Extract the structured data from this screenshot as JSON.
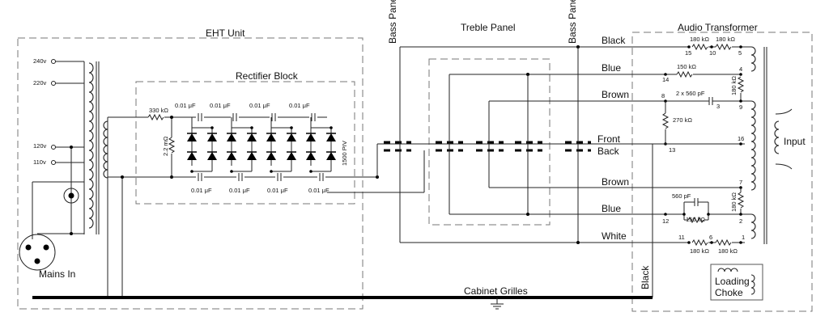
{
  "blocks": {
    "eht_unit": "EHT Unit",
    "rectifier_block": "Rectifier Block",
    "treble_panel": "Treble Panel",
    "audio_transformer": "Audio Transformer",
    "bass_panel_left": "Bass Panel",
    "bass_panel_right": "Bass Panel",
    "front": "Front",
    "back": "Back",
    "input": "Input",
    "mains_in": "Mains In",
    "loading": "Loading",
    "choke": "Choke",
    "cabinet_grilles": "Cabinet Grilles",
    "black_vertical": "Black"
  },
  "taps": {
    "v240": "240v",
    "v220": "220v",
    "v120": "120v",
    "v110": "110v"
  },
  "wires": {
    "black": "Black",
    "blue_top": "Blue",
    "brown_top": "Brown",
    "brown_bottom": "Brown",
    "blue_bottom": "Blue",
    "white": "White"
  },
  "components": {
    "r330": "330 kΩ",
    "r22m": "2.2 mΩ",
    "c_top": [
      "0.01 μF",
      "0.01 μF",
      "0.01 μF",
      "0.01 μF"
    ],
    "c_bottom": [
      "0.01 μF",
      "0.01 μF",
      "0.01 μF",
      "0.01 μF"
    ],
    "piv": "1500 PIV",
    "r180_a": "180 kΩ",
    "r180_b": "180 kΩ",
    "r150_top": "150 kΩ",
    "r180_v_top": "180 kΩ",
    "c2x560": "2 x 560 pF",
    "r270": "270 kΩ",
    "r180_v_bot": "180 kΩ",
    "c560": "560 pF",
    "r150_bot": "150 kΩ",
    "r180_c": "180 kΩ",
    "r180_d": "180 kΩ"
  },
  "pins": {
    "p15": "15",
    "p10": "10",
    "p5": "5",
    "p4": "4",
    "p14": "14",
    "p8": "8",
    "p3": "3",
    "p9": "9",
    "p13": "13",
    "p16": "16",
    "p7": "7",
    "p2": "2",
    "p12": "12",
    "p11": "11",
    "p6": "6",
    "p1": "1"
  }
}
